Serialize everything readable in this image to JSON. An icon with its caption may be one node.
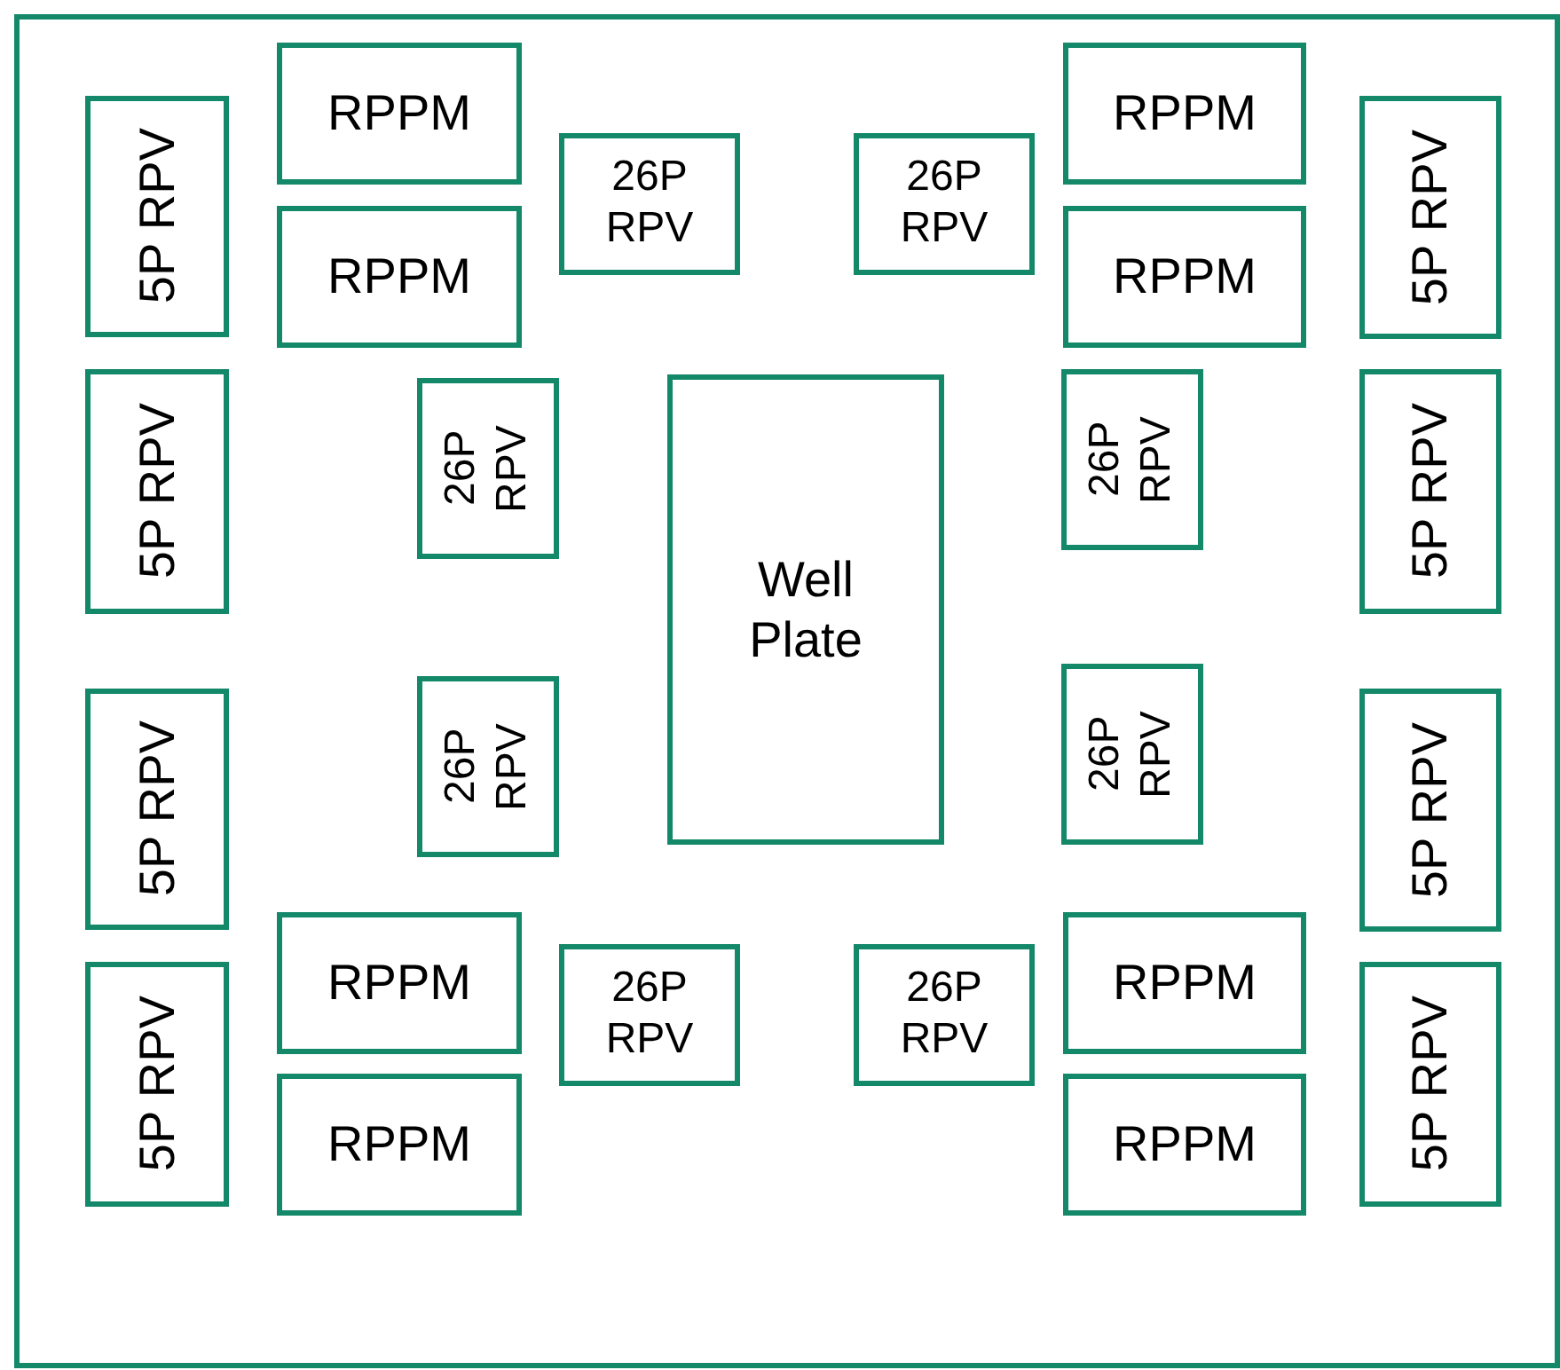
{
  "diagram": {
    "nodes": [
      {
        "text": [],
        "shape": "box"
      },
      {
        "text": [
          "RPPM"
        ],
        "in": 0
      },
      {
        "text": [
          "RPPM"
        ],
        "in": 0
      },
      {
        "text": [
          "5P RPV"
        ],
        "in": 0
      },
      {
        "text": [
          "26P RPV"
        ],
        "in": 0
      },
      {
        "text": [
          "26P RPV"
        ],
        "in": 0
      },
      {
        "text": [
          "5P RPV"
        ],
        "in": 0
      },
      {
        "text": [
          "RPPM"
        ],
        "in": 0
      },
      {
        "text": [
          "RPPM"
        ],
        "in": 0
      },
      {
        "text": [
          "5P RPV"
        ],
        "in": 0
      },
      {
        "text": [
          "26P RPV"
        ],
        "in": 0
      },
      {
        "text": [
          "Well Plate"
        ],
        "in": 0
      },
      {
        "text": [
          "26P RPV"
        ],
        "in": 0
      },
      {
        "text": [
          "5P RPV"
        ],
        "in": 0
      },
      {
        "text": [
          "26P RPV"
        ],
        "in": 0
      },
      {
        "text": [
          "26P RPV"
        ],
        "in": 0
      },
      {
        "text": [
          "5P RPV"
        ],
        "in": 0
      },
      {
        "text": [
          "5P RPV"
        ],
        "in": 0
      },
      {
        "text": [
          "RPPM"
        ],
        "in": 0
      },
      {
        "text": [
          "RPPM"
        ],
        "in": 0
      },
      {
        "text": [
          "26P RPV"
        ],
        "in": 0
      },
      {
        "text": [
          "26P RPV"
        ],
        "in": 0
      },
      {
        "text": [
          "5P RPV"
        ],
        "in": 0
      },
      {
        "text": [
          "5P RPV"
        ],
        "in": 0
      },
      {
        "text": [
          "RPPM"
        ],
        "in": 0
      },
      {
        "text": [
          "RPPM"
        ],
        "in": 0
      }
    ],
    "edges": []
  }
}
